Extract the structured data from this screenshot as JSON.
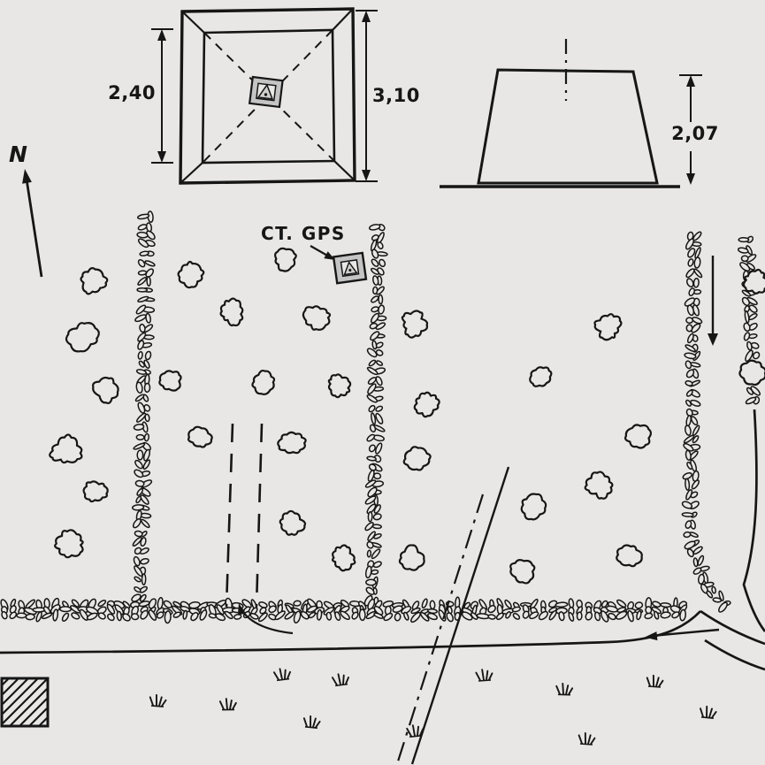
{
  "labels": {
    "north": "N",
    "station": "CT. GPS",
    "plan_dim_left": "2,40",
    "plan_dim_right": "3,10",
    "elevation_dim": "2,07"
  },
  "colors": {
    "background": "#e8e7e5",
    "ink": "#161616",
    "monument_fill": "#c4c4c4",
    "monument_inner": "#cfcfcd"
  }
}
